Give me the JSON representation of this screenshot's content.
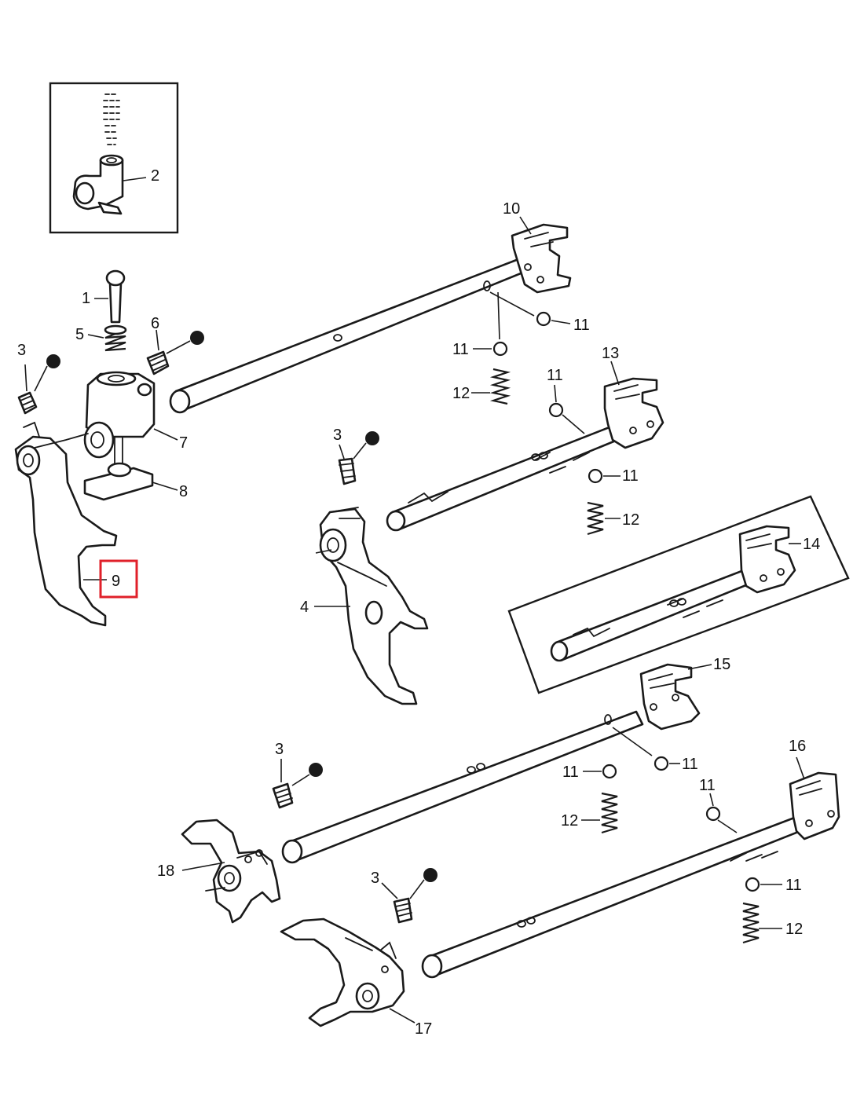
{
  "callouts": [
    {
      "id": "c2",
      "text": "2"
    },
    {
      "id": "c10",
      "text": "10"
    },
    {
      "id": "c1",
      "text": "1"
    },
    {
      "id": "c5",
      "text": "5"
    },
    {
      "id": "c6",
      "text": "6"
    },
    {
      "id": "c3a",
      "text": "3"
    },
    {
      "id": "c11a",
      "text": "11"
    },
    {
      "id": "c11b",
      "text": "11"
    },
    {
      "id": "c12a",
      "text": "12"
    },
    {
      "id": "c13",
      "text": "13"
    },
    {
      "id": "c11c",
      "text": "11"
    },
    {
      "id": "c7",
      "text": "7"
    },
    {
      "id": "c8",
      "text": "8"
    },
    {
      "id": "c3b",
      "text": "3"
    },
    {
      "id": "c11d",
      "text": "11"
    },
    {
      "id": "c12b",
      "text": "12"
    },
    {
      "id": "c14",
      "text": "14"
    },
    {
      "id": "c9",
      "text": "9"
    },
    {
      "id": "c4",
      "text": "4"
    },
    {
      "id": "c15",
      "text": "15"
    },
    {
      "id": "c3c",
      "text": "3"
    },
    {
      "id": "c11e",
      "text": "11"
    },
    {
      "id": "c11f",
      "text": "11"
    },
    {
      "id": "c16",
      "text": "16"
    },
    {
      "id": "c11g",
      "text": "11"
    },
    {
      "id": "c12c",
      "text": "12"
    },
    {
      "id": "c18",
      "text": "18"
    },
    {
      "id": "c3d",
      "text": "3"
    },
    {
      "id": "c11h",
      "text": "11"
    },
    {
      "id": "c12d",
      "text": "12"
    },
    {
      "id": "c17",
      "text": "17"
    }
  ],
  "highlight": {
    "callout": "9",
    "color": "#e0202a"
  },
  "colors": {
    "ink": "#1a1a1a",
    "background": "#ffffff"
  }
}
